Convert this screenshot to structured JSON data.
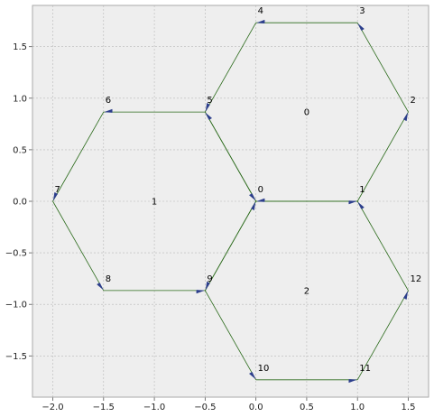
{
  "chart_data": {
    "type": "diagram",
    "xlim": [
      -2.2,
      1.7
    ],
    "ylim": [
      -1.9,
      1.9
    ],
    "x_ticks": [
      -2.0,
      -1.5,
      -1.0,
      -0.5,
      0.0,
      0.5,
      1.0,
      1.5
    ],
    "x_tick_labels": [
      "−2.0",
      "−1.5",
      "−1.0",
      "−0.5",
      "0.0",
      "0.5",
      "1.0",
      "1.5"
    ],
    "y_ticks": [
      1.5,
      1.0,
      0.5,
      0.0,
      -0.5,
      -1.0,
      -1.5
    ],
    "y_tick_labels": [
      "1.5",
      "1.0",
      "0.5",
      "0.0",
      "−0.5",
      "−1.0",
      "−1.5"
    ],
    "grid": true,
    "colors": {
      "background": "#eeeeee",
      "grid": "#b8b8b8",
      "edge": "#2a6a1a",
      "arrow": "#2c3e8c",
      "axis": "#888888"
    },
    "vertices": [
      {
        "label": "0",
        "x": 0.0,
        "y": 0.0
      },
      {
        "label": "1",
        "x": 1.0,
        "y": 0.0
      },
      {
        "label": "2",
        "x": 1.5,
        "y": 0.866
      },
      {
        "label": "3",
        "x": 1.0,
        "y": 1.732
      },
      {
        "label": "4",
        "x": 0.0,
        "y": 1.732
      },
      {
        "label": "5",
        "x": -0.5,
        "y": 0.866
      },
      {
        "label": "6",
        "x": -1.5,
        "y": 0.866
      },
      {
        "label": "7",
        "x": -2.0,
        "y": 0.0
      },
      {
        "label": "8",
        "x": -1.5,
        "y": -0.866
      },
      {
        "label": "9",
        "x": -0.5,
        "y": -0.866
      },
      {
        "label": "10",
        "x": 0.0,
        "y": -1.732
      },
      {
        "label": "11",
        "x": 1.0,
        "y": -1.732
      },
      {
        "label": "12",
        "x": 1.5,
        "y": -0.866
      }
    ],
    "edges": [
      [
        0,
        1
      ],
      [
        1,
        2
      ],
      [
        2,
        3
      ],
      [
        3,
        4
      ],
      [
        4,
        5
      ],
      [
        5,
        0
      ],
      [
        0,
        5
      ],
      [
        5,
        6
      ],
      [
        6,
        7
      ],
      [
        7,
        8
      ],
      [
        8,
        9
      ],
      [
        9,
        0
      ],
      [
        0,
        9
      ],
      [
        9,
        10
      ],
      [
        10,
        11
      ],
      [
        11,
        12
      ],
      [
        12,
        1
      ],
      [
        1,
        0
      ]
    ],
    "faces": [
      {
        "label": "0",
        "x": 0.5,
        "y": 0.866
      },
      {
        "label": "1",
        "x": -1.0,
        "y": 0.0
      },
      {
        "label": "2",
        "x": 0.5,
        "y": -0.866
      }
    ]
  }
}
